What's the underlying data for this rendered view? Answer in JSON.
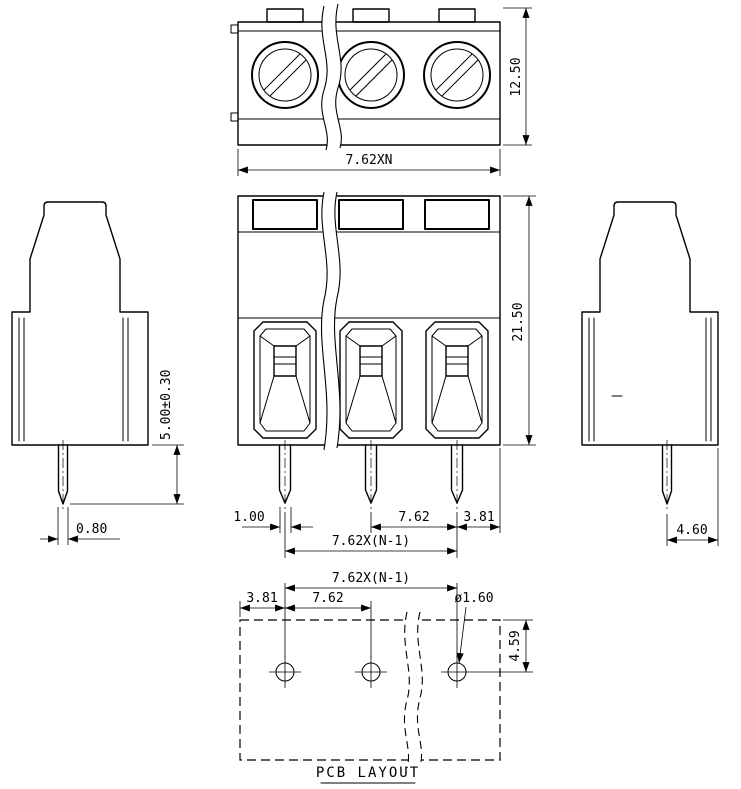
{
  "drawing": {
    "background": "#ffffff",
    "line_color": "#000000",
    "views": {
      "top": {
        "dims": {
          "height": "12.50",
          "pitch_total": "7.62XN"
        }
      },
      "side_left": {
        "dims": {
          "pin_length": "5.00±0.30",
          "pin_width": "0.80"
        }
      },
      "front": {
        "dims": {
          "height": "21.50",
          "pin_width": "1.00",
          "pitch": "7.62",
          "edge_offset": "3.81",
          "pin_span": "7.62X(N-1)"
        }
      },
      "side_right": {
        "dims": {
          "pin_to_edge": "4.60"
        }
      },
      "pcb_layout": {
        "label": "PCB LAYOUT",
        "dims": {
          "hole_span": "7.62X(N-1)",
          "edge_offset": "3.81",
          "pitch": "7.62",
          "hole_diameter": "ø1.60",
          "vertical_offset": "4.59"
        }
      }
    }
  }
}
